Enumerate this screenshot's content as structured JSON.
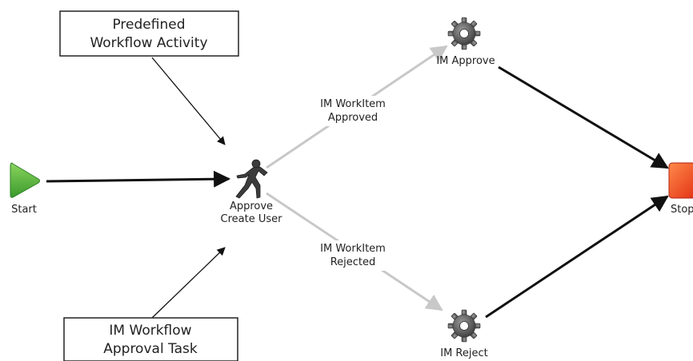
{
  "nodes": {
    "start": {
      "label": "Start"
    },
    "approve_task": {
      "label_line1": "Approve",
      "label_line2": "Create User"
    },
    "im_approve": {
      "label": "IM Approve"
    },
    "im_reject": {
      "label": "IM Reject"
    },
    "stop": {
      "label": "Stop"
    }
  },
  "edges": {
    "approved": {
      "label_line1": "IM WorkItem",
      "label_line2": "Approved"
    },
    "rejected": {
      "label_line1": "IM WorkItem",
      "label_line2": "Rejected"
    }
  },
  "callouts": {
    "predefined": {
      "line1": "Predefined",
      "line2": "Workflow Activity"
    },
    "approval_task": {
      "line1": "IM Workflow",
      "line2": "Approval Task"
    }
  },
  "colors": {
    "start_fill": "#4cb848",
    "stop_fill": "#f04a1c",
    "gear_fill": "#5a5a5a",
    "active_edge": "#111111",
    "inactive_edge": "#c8c8c8"
  }
}
